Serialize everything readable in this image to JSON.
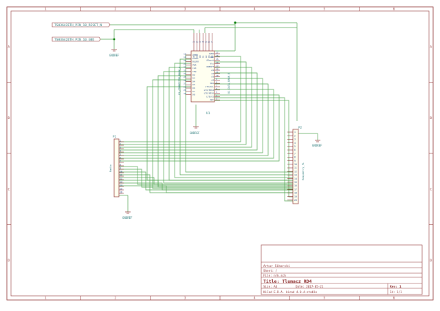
{
  "colors": {
    "frame": "#8b2a2a",
    "wire": "#4aa24a",
    "component": "#8b2a2a",
    "pin_text": "#2a4a8a",
    "label_text": "#2a7a7a",
    "title_text": "#8b2a2a",
    "junction": "#007a00"
  },
  "frame": {
    "top_ticks": [
      "1",
      "2",
      "3",
      "4",
      "5",
      "6"
    ],
    "side_ticks": [
      "A",
      "B",
      "C",
      "D"
    ]
  },
  "labels": {
    "hierarchical_1": "TSH3642ETH_PIN_18_RESET_N",
    "hierarchical_2": "TSH3642ETH_PIN_10_GND"
  },
  "power": {
    "gnd_left": "GNDREF",
    "gnd_u1": "GNDREF",
    "gnd_p1": "GNDREF",
    "gnd_p2": "GNDREF"
  },
  "u1": {
    "ref": "U1",
    "top_pins": [
      "1",
      "2",
      "3",
      "4",
      "5",
      "6",
      "7"
    ],
    "top_names": [
      "VCC",
      "GND",
      "D0",
      "D1",
      "D2",
      "D3",
      "D4"
    ],
    "left_pins": [
      "18",
      "19",
      "20",
      "21",
      "22",
      "23",
      "24",
      "25",
      "26",
      "27",
      "28",
      "29",
      "30"
    ],
    "left_names": [
      "LTE1",
      "DISPL",
      "BLUCK",
      "PWR",
      "CLK",
      "IRQ",
      "D2",
      "D3",
      "D4",
      "D5",
      "D6",
      "D7",
      "D8"
    ],
    "right_pins": [
      "17",
      "16",
      "15",
      "14",
      "13",
      "12",
      "11",
      "10",
      "9",
      "8",
      "7",
      "6",
      "5",
      "4",
      "3"
    ],
    "right_names": [
      "AVDD",
      "GND",
      "AReset",
      "Vcc",
      "XRESET",
      "A1",
      "A2",
      "A3",
      "A4",
      "SDA",
      "LTX/SCL",
      "LTX/MOSI",
      "LTE/MISO",
      "LTE/CS",
      "ADC"
    ],
    "left_net_text": "U1_CONNECTOR_BANK_A",
    "right_net_text": "U1_DATA_BANK_B"
  },
  "p1": {
    "ref": "P1",
    "value": "Radio",
    "pins": [
      "1",
      "2",
      "3",
      "4",
      "5",
      "6",
      "7",
      "8",
      "9",
      "10",
      "11",
      "12",
      "13",
      "14",
      "15",
      "16"
    ]
  },
  "p2": {
    "ref": "P2",
    "value": "Raspberry_Pi",
    "pins": [
      "1",
      "2",
      "3",
      "4",
      "5",
      "6",
      "7",
      "8",
      "9",
      "10",
      "11",
      "12",
      "13",
      "14",
      "15",
      "16",
      "17",
      "18",
      "19",
      "20"
    ]
  },
  "title_block": {
    "author": "Artur Sikorski",
    "sheet": "Sheet: /",
    "file": "File: nrk.sch",
    "title": "Title: Tlumacz RD4",
    "size": "Size: A4",
    "date": "Date: 2017-05-21",
    "rev": "Rev: 1",
    "tool": "KiCad E.D.A.   kicad 4.0.4-stable",
    "id": "Id: 1/1"
  }
}
